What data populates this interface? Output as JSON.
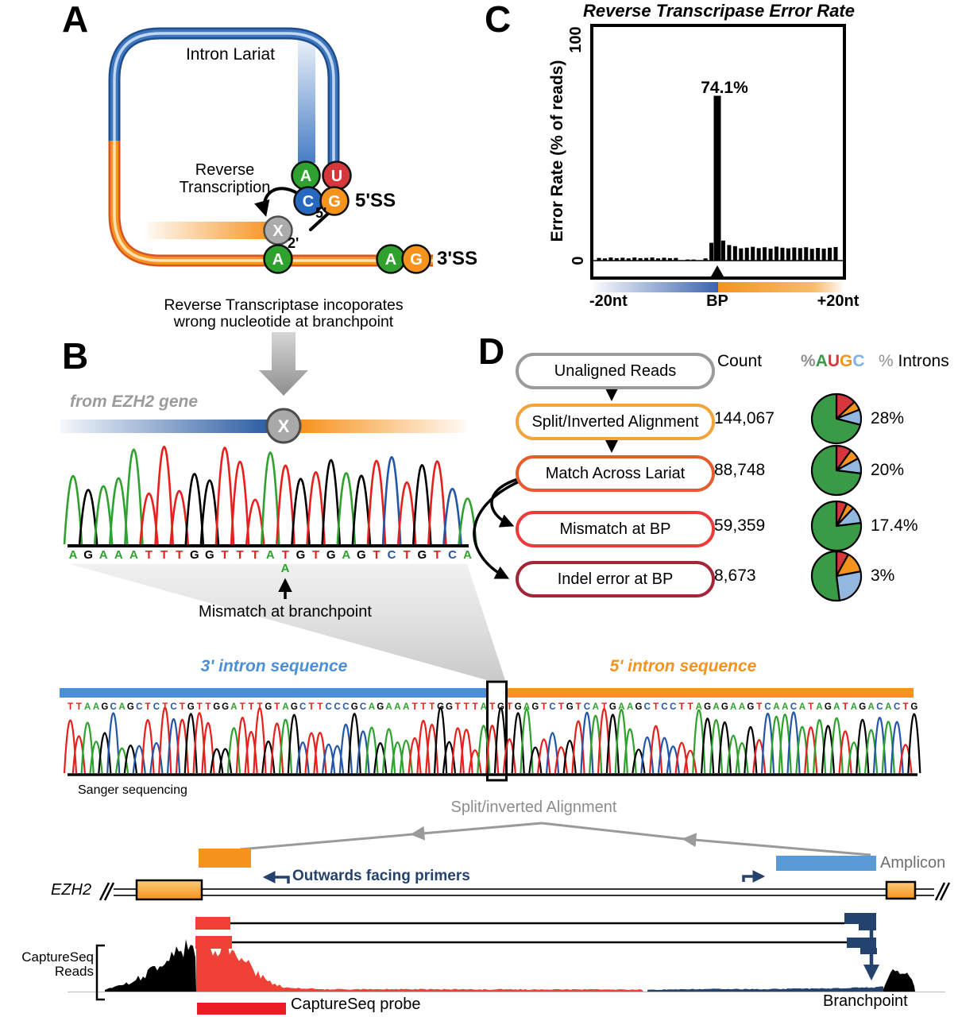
{
  "colors": {
    "base_A": "#2FA12E",
    "base_C": "#2456A8",
    "base_G": "#000000",
    "base_T": "#E8201D",
    "circle_A": "#2FA12E",
    "circle_U": "#D6373C",
    "circle_C": "#2769C0",
    "circle_G": "#F6921E",
    "circle_X": "#ABABAB",
    "pie_A": "#3A9B47",
    "pie_U": "#D6373C",
    "pie_G": "#F6921E",
    "pie_C": "#92B8E0",
    "intron3_blue": "#4A90D9",
    "intron5_orange": "#F6921E",
    "navy": "#24426E",
    "probe_red": "#ED1C24"
  },
  "panel_a": {
    "label": "A",
    "loop_title": "Intron Lariat",
    "rt_line1": "Reverse",
    "rt_line2": "Transcription",
    "bases": {
      "a_top": "A",
      "u": "U",
      "c": "C",
      "g": "G",
      "x": "X",
      "a_bp": "A",
      "a_3": "A",
      "g_3": "G"
    },
    "ss5": "5'SS",
    "ss3": "3'SS",
    "prime5": "5'",
    "prime2": "2'",
    "caption_line1": "Reverse Transcriptase incoporates",
    "caption_line2": "wrong nucleotide at branchpoint"
  },
  "panel_b": {
    "label": "B",
    "source_label": "from EZH2 gene",
    "x_base": "X",
    "sequence": "AGAAATTTGGTTTATGTGAGTCTGTCA",
    "mismatch_base": "A",
    "mismatch_index": 14,
    "annotation": "Mismatch at branchpoint"
  },
  "panel_c": {
    "label": "C",
    "title": "Reverse Transcripase Error Rate",
    "ylabel": "Error Rate (% of reads)",
    "ytick_top": "100",
    "ytick_bottom": "0",
    "peak_label": "74.1%",
    "xtick_left": "-20nt",
    "xtick_center": "BP",
    "xtick_right": "+20nt",
    "chart_data": {
      "type": "bar",
      "title": "Reverse Transcripase Error Rate",
      "ylabel": "Error Rate (% of reads)",
      "ylim": [
        0,
        100
      ],
      "xtick_labels": [
        "-20nt",
        "BP",
        "+20nt"
      ],
      "x_positions_relative_to_BP": [
        -20,
        -19,
        -18,
        -17,
        -16,
        -15,
        -14,
        -13,
        -12,
        -11,
        -10,
        -9,
        -8,
        -7,
        -6,
        -5,
        -4,
        -3,
        -2,
        -1,
        0,
        1,
        2,
        3,
        4,
        5,
        6,
        7,
        8,
        9,
        10,
        11,
        12,
        13,
        14,
        15,
        16,
        17,
        18,
        19,
        20
      ],
      "values": [
        1.2,
        1.0,
        1.4,
        1.1,
        1.3,
        1.0,
        1.4,
        1.1,
        1.2,
        1.4,
        1.0,
        1.3,
        1.1,
        1.2,
        0,
        0.5,
        0.5,
        0,
        1.0,
        8.0,
        74.1,
        9.0,
        7.0,
        6.5,
        5.5,
        5.8,
        6.2,
        5.6,
        6.0,
        5.4,
        6.3,
        5.8,
        5.5,
        5.9,
        5.6,
        6.0,
        5.3,
        5.7,
        5.4,
        5.8,
        6.1
      ],
      "bp_peak_value": 74.1,
      "annotation": "74.1%"
    }
  },
  "panel_d": {
    "label": "D",
    "headers": {
      "count": "Count",
      "pct1": "%",
      "a": "A",
      "u": "U",
      "g": "G",
      "c": "C",
      "pct2": "%",
      "introns": "Introns"
    },
    "rows": [
      {
        "box": "Unaligned Reads",
        "border": "#9B9B9B",
        "count": "",
        "introns": "",
        "pie": null
      },
      {
        "box": "Split/Inverted Alignment",
        "border": "#F2A33C",
        "count": "144,067",
        "introns": "28%",
        "pie": {
          "U": 13,
          "G": 6,
          "C": 10,
          "A": 71
        }
      },
      {
        "box": "Match Across Lariat",
        "border": "#E65C2E",
        "count": "88,748",
        "introns": "20%",
        "pie": {
          "U": 10,
          "G": 7,
          "C": 10,
          "A": 73
        }
      },
      {
        "box": "Mismatch at BP",
        "border": "#EE3B39",
        "count": "59,359",
        "introns": "17.4%",
        "pie": {
          "U": 7,
          "G": 5,
          "C": 11,
          "A": 77
        }
      },
      {
        "box": "Indel error at BP",
        "border": "#A32638",
        "count": "8,673",
        "introns": "3%",
        "pie": {
          "U": 8,
          "G": 14,
          "C": 26,
          "A": 52
        }
      }
    ]
  },
  "bottom": {
    "intron3_label": "3' intron sequence",
    "intron5_label": "5' intron sequence",
    "sequence": "TTAAGCAGCTCTCTGTTGGATTTGTAGCTTCCCGCAGAAATTTGGTTTATGTGAGTCTGTCATGAAGCTCCTTAGAGAAGTCAACATAGATAGACACTG",
    "boxed_range": [
      49,
      50
    ],
    "sanger_label": "Sanger sequencing",
    "alignment_label": "Split/inverted Alignment",
    "amplicon_label": "Amplicon",
    "primers_label": "Outwards facing primers",
    "gene_label": "EZH2",
    "reads_label_line1": "CaptureSeq",
    "reads_label_line2": "Reads",
    "probe_label": "CaptureSeq probe",
    "branchpoint_label": "Branchpoint"
  }
}
